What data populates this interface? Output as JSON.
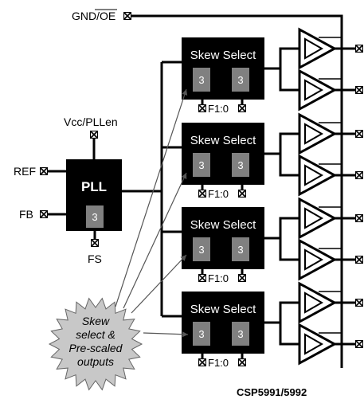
{
  "signals": {
    "gnd_oe": "GND/OE",
    "vcc": "Vcc/PLLen",
    "ref": "REF",
    "fb": "FB",
    "fs": "FS"
  },
  "pll": {
    "title": "PLL",
    "value": "3"
  },
  "skew_blocks": [
    {
      "title": "Skew Select",
      "left": "3",
      "right": "3",
      "sel_label": "F1:0"
    },
    {
      "title": "Skew Select",
      "left": "3",
      "right": "3",
      "sel_label": "F1:0"
    },
    {
      "title": "Skew Select",
      "left": "3",
      "right": "3",
      "sel_label": "F1:0"
    },
    {
      "title": "Skew Select",
      "left": "3",
      "right": "3",
      "sel_label": "F1:0"
    }
  ],
  "starburst": {
    "lines": [
      "Skew",
      "select &",
      "Pre-scaled",
      "outputs"
    ]
  },
  "part_number": "CSP5991/5992",
  "colors": {
    "block_fill": "#000000",
    "inner_box": "#808080",
    "starburst_fill": "#c8c8c8",
    "arrow": "#555555",
    "wire": "#000000"
  }
}
